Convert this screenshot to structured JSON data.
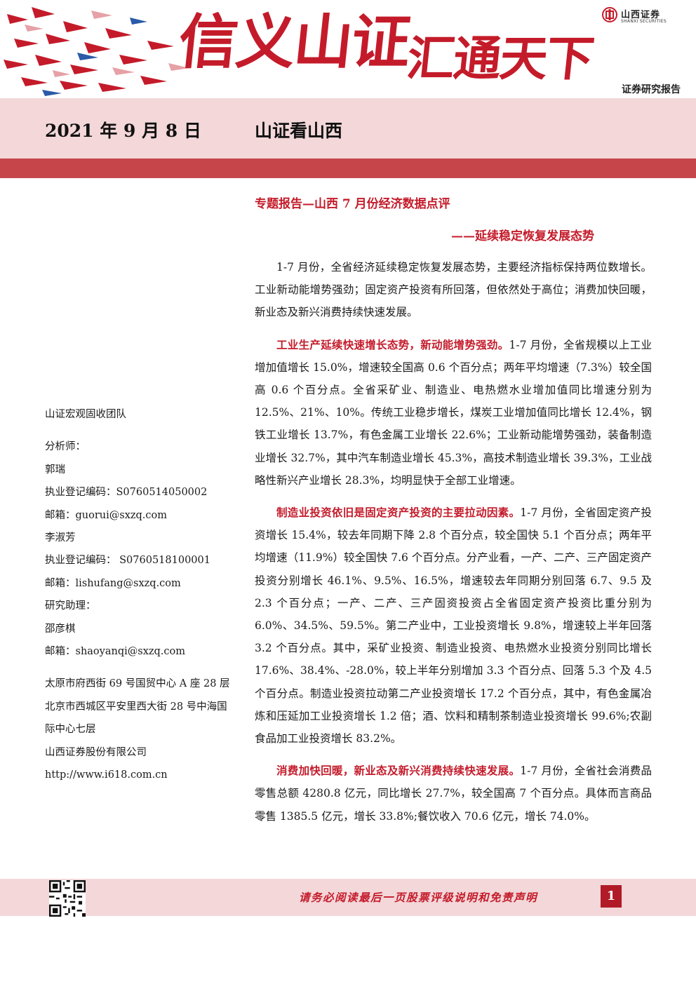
{
  "header": {
    "slogan_part1": "信义山证",
    "slogan_part2": "汇通天下",
    "logo_cn": "山西证券",
    "logo_en": "SHANXI SECURITIES",
    "report_type": "证券研究报告",
    "brand_color": "#c41b2a"
  },
  "band": {
    "date": "2021 年 9 月 8 日",
    "series": "山证看山西"
  },
  "titles": {
    "main": "专题报告—山西 7 月份经济数据点评",
    "sub": "——延续稳定恢复发展态势"
  },
  "body": {
    "p1": "1-7 月份，全省经济延续稳定恢复发展态势，主要经济指标保持两位数增长。工业新动能增势强劲；固定资产投资有所回落，但依然处于高位；消费加快回暖，新业态及新兴消费持续快速发展。",
    "p2_head": "工业生产延续快速增长态势，新动能增势强劲。",
    "p2_text": "1-7 月份，全省规模以上工业增加值增长 15.0%，增速较全国高 0.6 个百分点；两年平均增速（7.3%）较全国高 0.6 个百分点。全省采矿业、制造业、电热燃水业增加值同比增速分别为 12.5%、21%、10%。传统工业稳步增长，煤炭工业增加值同比增长 12.4%，钢铁工业增长 13.7%，有色金属工业增长 22.6%；工业新动能增势强劲，装备制造业增长 32.7%，其中汽车制造业增长 45.3%，高技术制造业增长 39.3%，工业战略性新兴产业增长 28.3%，均明显快于全部工业增速。",
    "p3_head": "制造业投资依旧是固定资产投资的主要拉动因素。",
    "p3_text": "1-7 月份，全省固定资产投资增长 15.4%，较去年同期下降 2.8 个百分点，较全国快 5.1 个百分点；两年平均增速（11.9%）较全国快 7.6 个百分点。分产业看，一产、二产、三产固定资产投资分别增长 46.1%、9.5%、16.5%，增速较去年同期分别回落 6.7、9.5 及 2.3 个百分点；一产、二产、三产固资投资占全省固定资产投资比重分别为 6.0%、34.5%、59.5%。第二产业中，工业投资增长 9.8%，增速较上半年回落 3.2 个百分点。其中，采矿业投资、制造业投资、电热燃水业投资分别同比增长 17.6%、38.4%、-28.0%，较上半年分别增加 3.3 个百分点、回落 5.3 个及 4.5 个百分点。制造业投资拉动第二产业投资增长 17.2 个百分点，其中，有色金属冶炼和压延加工业投资增长 1.2 倍；酒、饮料和精制茶制造业投资增长 99.6%;农副食品加工业投资增长 83.2%。",
    "p4_head": "消费加快回暖，新业态及新兴消费持续快速发展。",
    "p4_text": "1-7 月份，全省社会消费品零售总额 4280.8 亿元，同比增长 27.7%，较全国高 7 个百分点。具体而言商品零售 1385.5 亿元，增长 33.8%;餐饮收入 70.6 亿元，增长 74.0%。"
  },
  "sidebar": {
    "team": "山证宏观固收团队",
    "analyst_label": "分析师：",
    "analyst1_name": "郭瑞",
    "analyst1_reg": "执业登记编码：S0760514050002",
    "analyst1_email": "邮箱：guorui@sxzq.com",
    "analyst2_name": "李淑芳",
    "analyst2_reg": "执业登记编码：  S0760518100001",
    "analyst2_email": "邮箱：lishufang@sxzq.com",
    "assistant_label": "研究助理：",
    "assistant_name": "邵彦棋",
    "assistant_email": "邮箱：shaoyanqi@sxzq.com",
    "address_ty": "太原市府西街 69 号国贸中心 A 座 28 层",
    "address_bj": "北京市西城区平安里西大街 28 号中海国际中心七层",
    "company": "山西证券股份有限公司",
    "website": "http://www.i618.com.cn"
  },
  "footer": {
    "disclaimer": "请务必阅读最后一页股票评级说明和免责声明",
    "page_number": "1"
  }
}
